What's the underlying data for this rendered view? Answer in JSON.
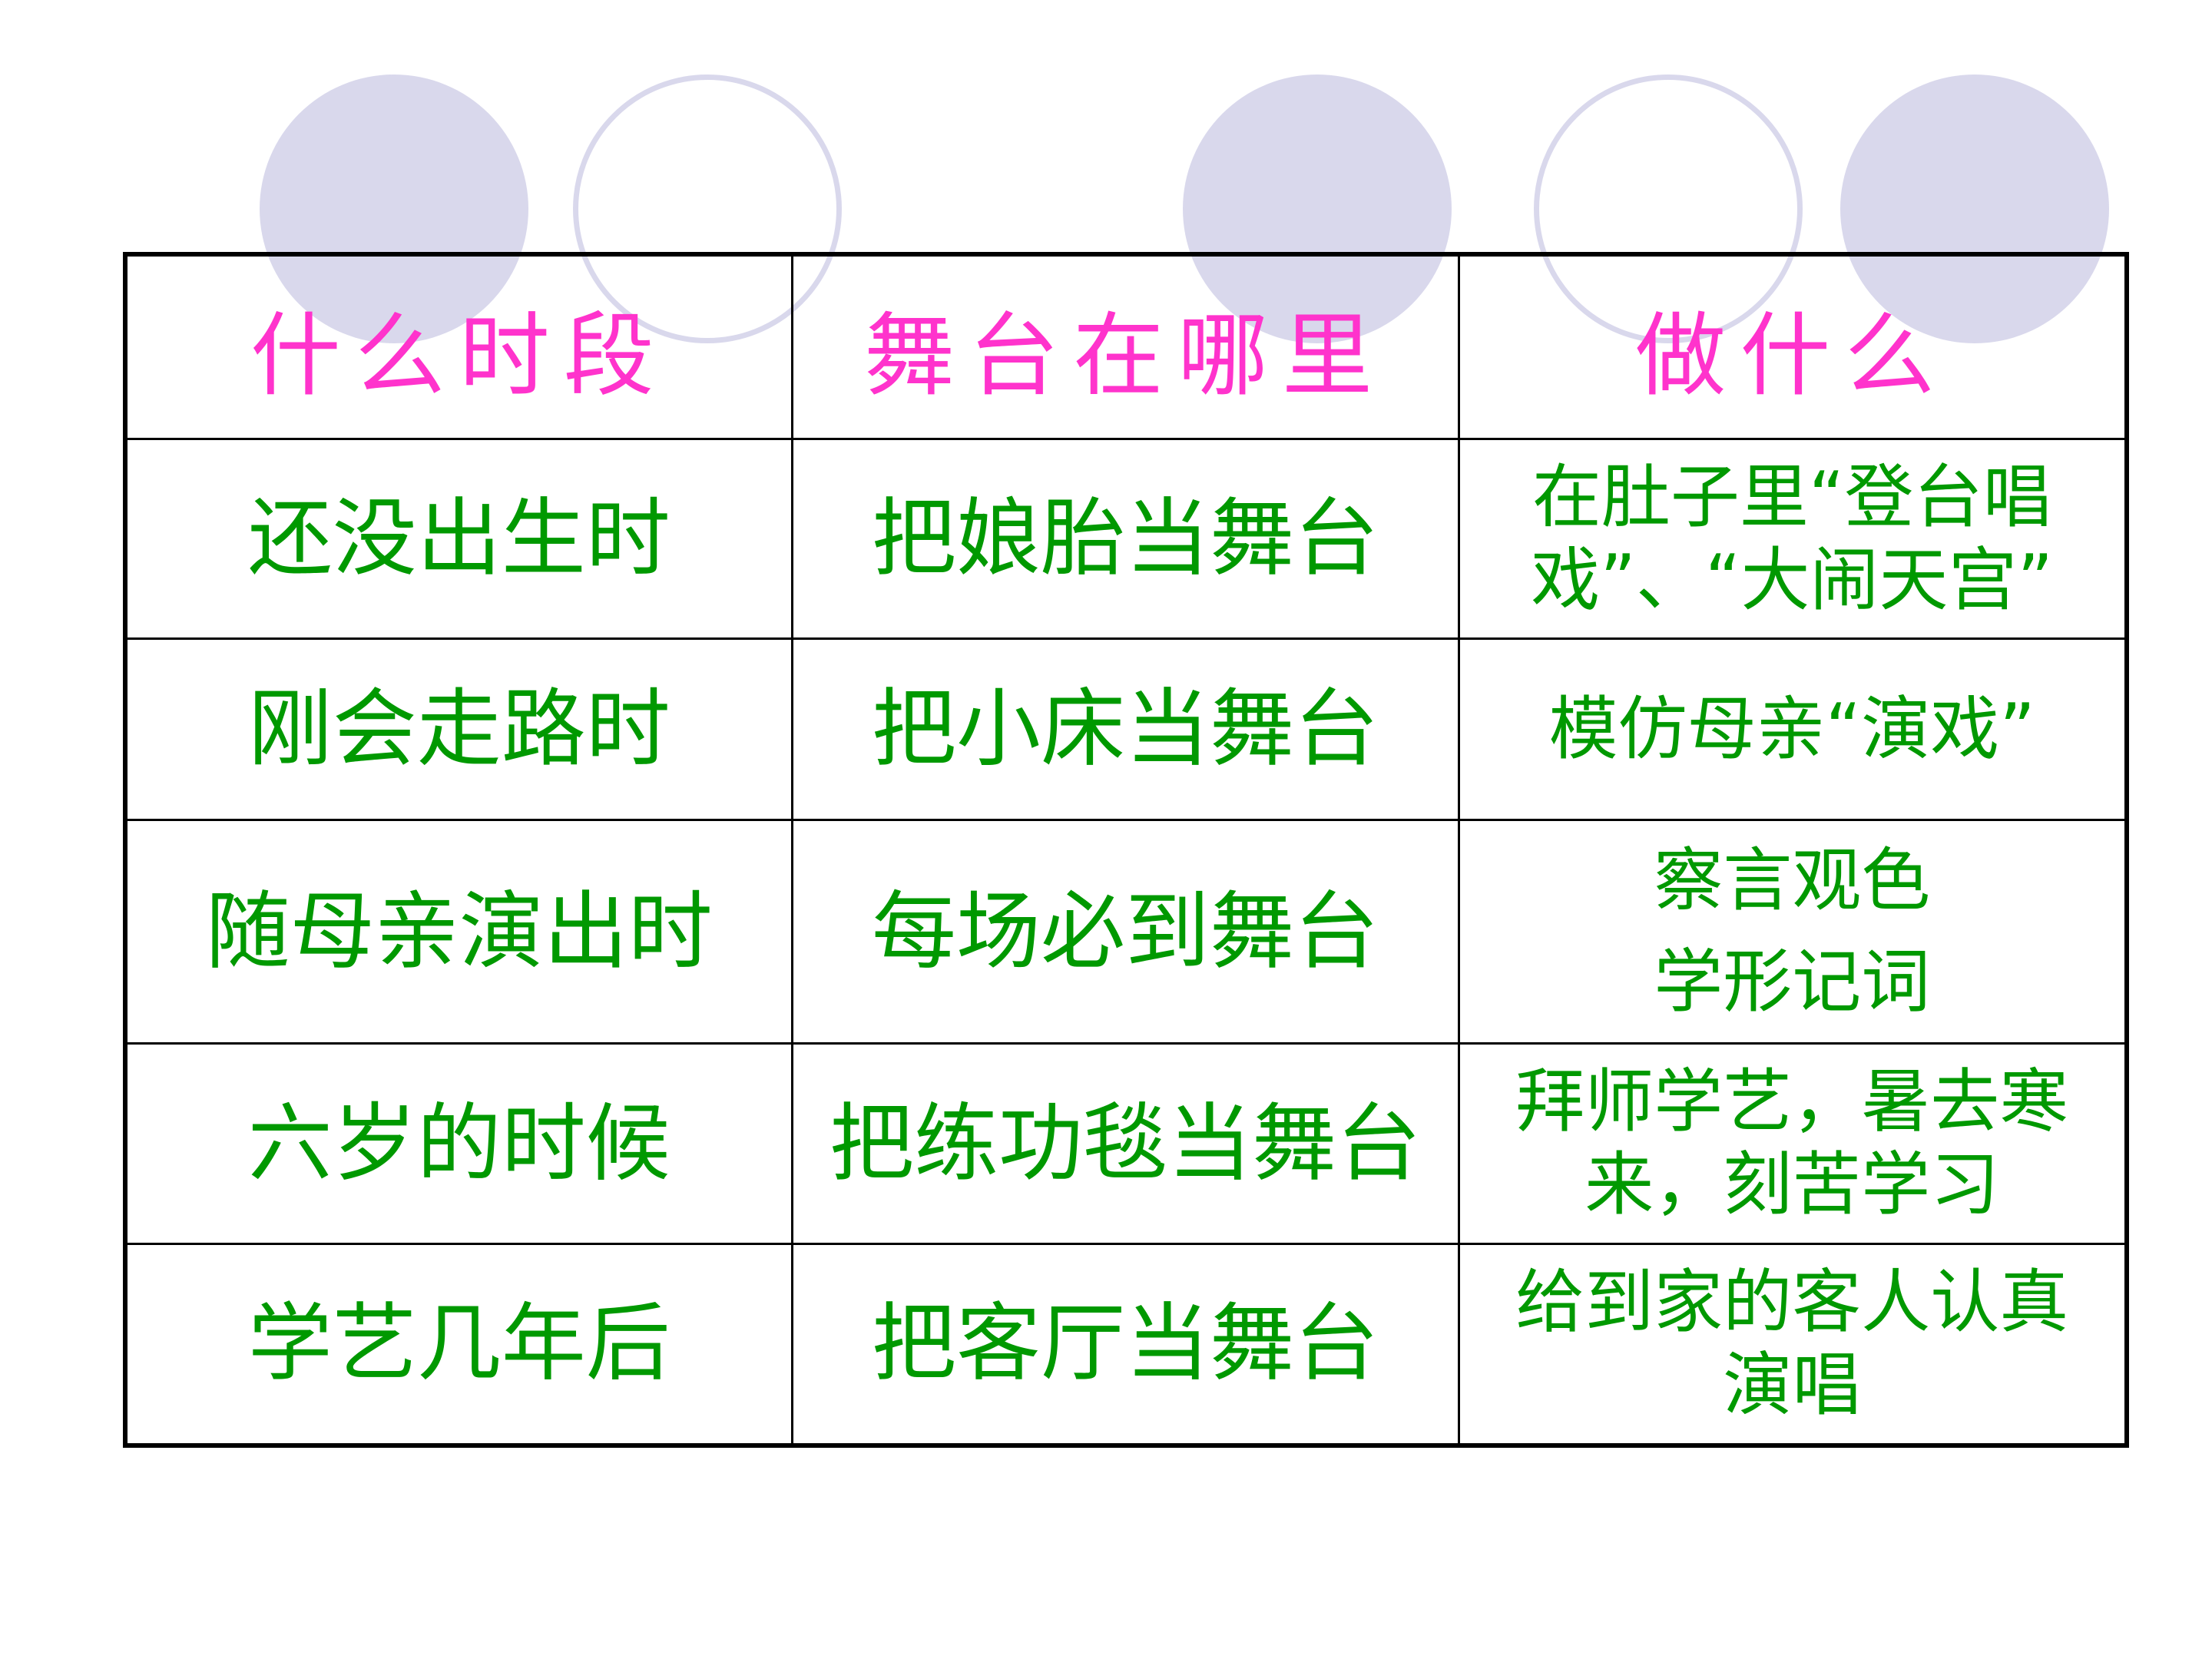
{
  "colors": {
    "header_text": "#ff33cc",
    "body_text": "#009900",
    "decor_circle": "#d9d8ec",
    "border": "#000000"
  },
  "headers": [
    "什么时段",
    "舞台在哪里",
    "做什么"
  ],
  "rows": [
    {
      "when": "还没出生时",
      "stage": "把娘胎当舞台",
      "what": [
        "在肚子里“登台唱",
        "戏”、“大闹天宫”"
      ]
    },
    {
      "when": "刚会走路时",
      "stage": "把小床当舞台",
      "what": [
        "模仿母亲“演戏”"
      ]
    },
    {
      "when": "随母亲演出时",
      "stage": "每场必到舞台",
      "what": [
        "察言观色",
        "学形记词"
      ]
    },
    {
      "when": "六岁的时候",
      "stage": "把练功毯当舞台",
      "what": [
        "拜师学艺，暑去寒",
        "来，刻苦学习"
      ]
    },
    {
      "when": "学艺几年后",
      "stage": "把客厅当舞台",
      "what": [
        "给到家的客人认真",
        "演唱"
      ]
    }
  ]
}
